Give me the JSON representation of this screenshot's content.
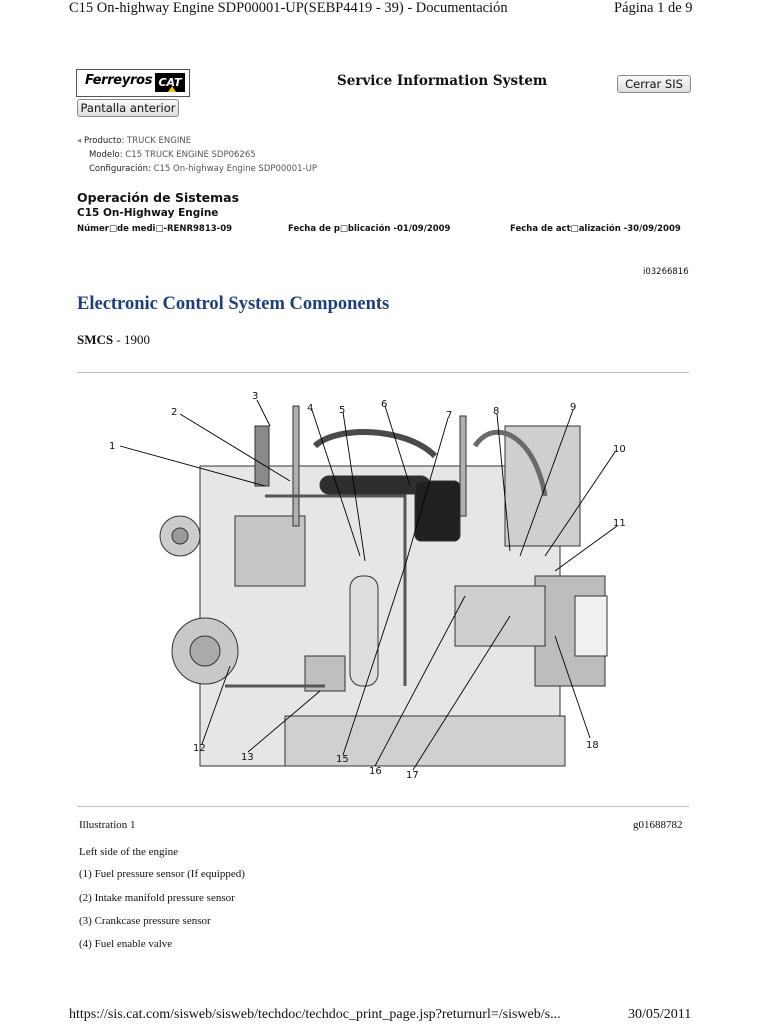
{
  "print_header": {
    "title": "C15 On-highway Engine SDP00001-UP(SEBP4419 - 39) - Documentación",
    "page": "Página 1 de 9"
  },
  "logo": {
    "wordmark": "Ferreyros",
    "brand": "CAT"
  },
  "sis_title": "Service Information System",
  "buttons": {
    "close": "Cerrar SIS",
    "back": "Pantalla anterior"
  },
  "meta": {
    "producto_label": "Producto:",
    "producto_value": "TRUCK ENGINE",
    "modelo_label": "Modelo:",
    "modelo_value": "C15 TRUCK ENGINE SDP06265",
    "config_label": "Configuración:",
    "config_value": "C15 On-highway Engine SDP00001-UP"
  },
  "doc": {
    "heading": "Operación de Sistemas",
    "engine": "C15 On-Highway Engine",
    "media_number": "Númer□de medi□-RENR9813-09",
    "publication_date": "Fecha de p□blicación -01/09/2009",
    "update_date": "Fecha de act□alización -30/09/2009",
    "id": "i03266816"
  },
  "article": {
    "title": "Electronic Control System Components",
    "smcs_label": "SMCS",
    "smcs_value": " - 1900"
  },
  "figure": {
    "callouts": [
      "1",
      "2",
      "3",
      "4",
      "5",
      "6",
      "7",
      "8",
      "9",
      "10",
      "11",
      "12",
      "13",
      "15",
      "16",
      "17",
      "18"
    ]
  },
  "illustration": {
    "label": "Illustration 1",
    "code": "g01688782",
    "caption": "Left side of the engine",
    "legend": [
      "(1) Fuel pressure sensor (If equipped)",
      "(2) Intake manifold pressure sensor",
      "(3) Crankcase pressure sensor",
      "(4) Fuel enable valve"
    ]
  },
  "print_footer": {
    "url": "https://sis.cat.com/sisweb/sisweb/techdoc/techdoc_print_page.jsp?returnurl=/sisweb/s...",
    "date": "30/05/2011"
  },
  "colors": {
    "title_blue": "#1d3f7c",
    "cat_yellow": "#e5c800"
  }
}
